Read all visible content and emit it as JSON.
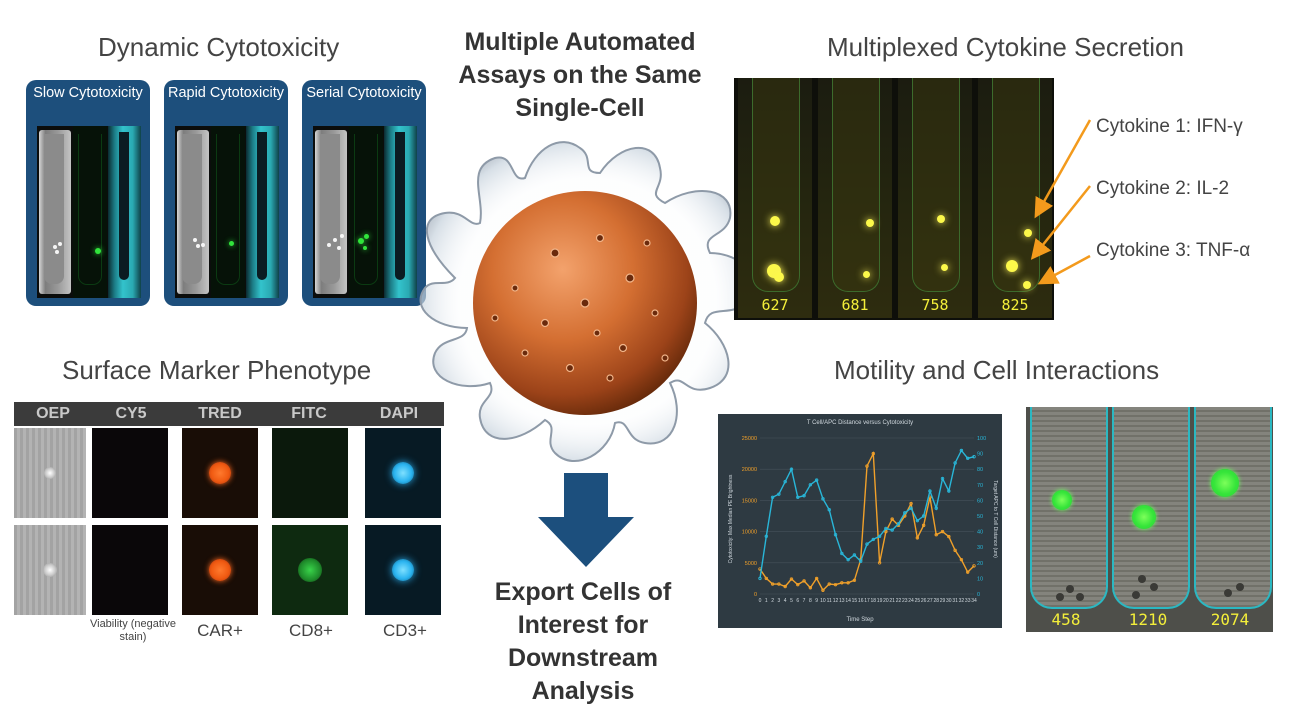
{
  "center": {
    "title": "Multiple Automated Assays on the Same Single-Cell",
    "export_text": "Export Cells of Interest for Downstream Analysis"
  },
  "dynamic_cytotoxicity": {
    "title": "Dynamic Cytotoxicity",
    "cards": [
      {
        "label": "Slow Cytotoxicity"
      },
      {
        "label": "Rapid Cytotoxicity"
      },
      {
        "label": "Serial Cytotoxicity"
      }
    ]
  },
  "cytokine": {
    "title": "Multiplexed Cytokine Secretion",
    "lane_numbers": [
      "627",
      "681",
      "758",
      "825"
    ],
    "labels": [
      "Cytokine 1: IFN-γ",
      "Cytokine 2: IL-2",
      "Cytokine 3: TNF-α"
    ],
    "arrow_color": "#f39a1c"
  },
  "surface_marker": {
    "title": "Surface Marker Phenotype",
    "channels": [
      "OEP",
      "CY5",
      "TRED",
      "FITC",
      "DAPI"
    ],
    "captions": [
      "Viability (negative stain)",
      "CAR+",
      "CD8+",
      "CD3+"
    ]
  },
  "motility": {
    "title": "Motility and Cell Interactions",
    "lane_numbers": [
      "458",
      "1210",
      "2074"
    ]
  },
  "chart_data": {
    "type": "line",
    "title": "T Cell/APC Distance versus Cytotoxicity",
    "xlabel": "Time Step",
    "ylabel": "Cytotoxicity: Max Median PE Brightness",
    "y2label": "Target APC to T Cell Distance (um)",
    "x": [
      0,
      1,
      2,
      3,
      4,
      5,
      6,
      7,
      8,
      9,
      10,
      11,
      12,
      13,
      14,
      15,
      16,
      17,
      18,
      19,
      20,
      21,
      22,
      23,
      24,
      25,
      26,
      27,
      28,
      29,
      30,
      31,
      32,
      33,
      34
    ],
    "ylim": [
      0,
      25000
    ],
    "y2lim": [
      0,
      100
    ],
    "series": [
      {
        "color": "#f0a02a",
        "axis": "left",
        "values": [
          4000,
          2500,
          1600,
          1600,
          1200,
          2400,
          1500,
          2100,
          1000,
          2500,
          600,
          1600,
          1500,
          1800,
          1800,
          2200,
          5500,
          20500,
          22500,
          5000,
          10000,
          12000,
          11000,
          12500,
          14500,
          9000,
          11000,
          15500,
          9500,
          10000,
          9200,
          7000,
          5500,
          3500,
          4500
        ]
      },
      {
        "color": "#29b6d8",
        "axis": "right",
        "values": [
          10,
          37,
          62,
          64,
          72,
          80,
          62,
          63,
          70,
          73,
          61,
          54,
          38,
          26,
          22,
          25,
          21,
          32,
          35,
          37,
          42,
          41,
          45,
          52,
          55,
          47,
          50,
          66,
          55,
          74,
          66,
          84,
          92,
          87,
          88
        ]
      }
    ]
  }
}
